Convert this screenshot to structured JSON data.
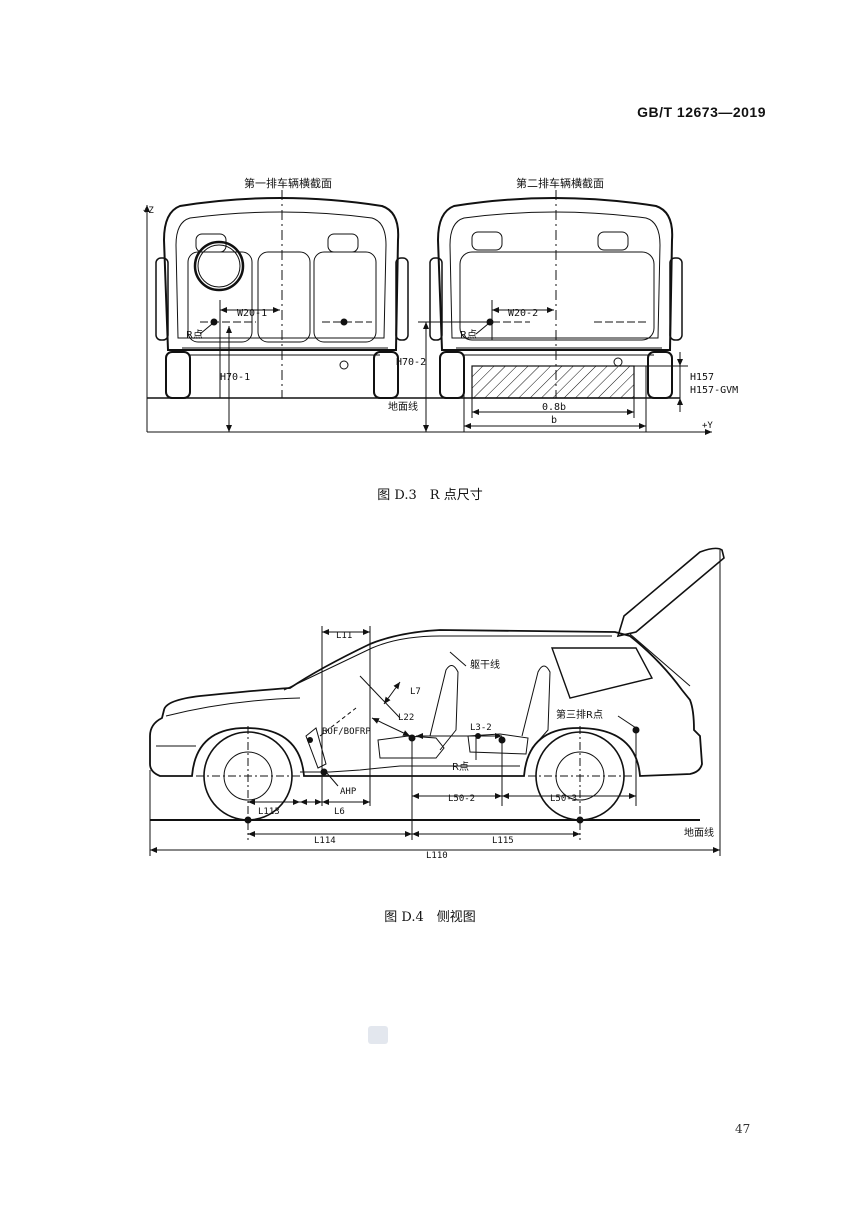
{
  "header": {
    "standard_no": "GB/T 12673—2019"
  },
  "figure_d3": {
    "caption": "图 D.3　R 点尺寸",
    "axis_z": "+Z",
    "axis_y": "+Y",
    "row1_title": "第一排车辆横截面",
    "row2_title": "第二排车辆横截面",
    "w20_1": "W20-1",
    "w20_2": "W20-2",
    "r_point": "R点",
    "h70_1": "H70-1",
    "h70_2": "H70-2",
    "h157": "H157",
    "h157_gvm": "H157-GVM",
    "ground": "地面线",
    "b08": "0.8b",
    "b": "b"
  },
  "figure_d4": {
    "caption": "图 D.4　侧视图",
    "l11": "L11",
    "l7": "L7",
    "torso": "躯干线",
    "l22": "L22",
    "bof": "BOF/BOFRP",
    "l3_2": "L3-2",
    "third_r": "第三排R点",
    "r_point": "R点",
    "ahp": "AHP",
    "l113": "L113",
    "l6": "L6",
    "l50_2": "L50-2",
    "l50_3": "L50-3",
    "l114": "L114",
    "l115": "L115",
    "l110": "L110",
    "ground": "地面线"
  },
  "footer": {
    "page_number": "47"
  }
}
